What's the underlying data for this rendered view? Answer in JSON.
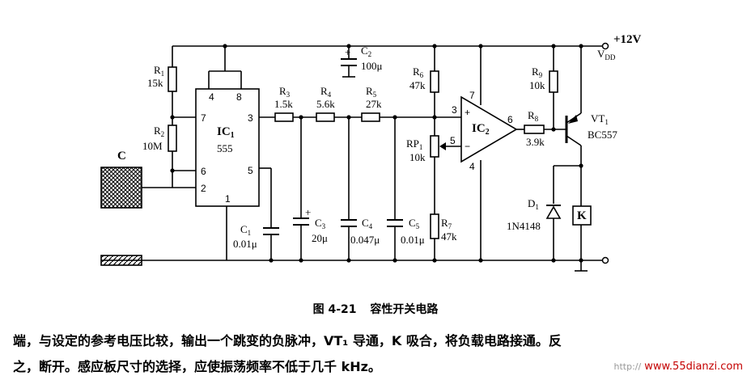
{
  "figure": {
    "number": "图 4-21",
    "title": "容性开关电路"
  },
  "supply": {
    "voltage": "+12V",
    "rail_label_main": "V",
    "rail_label_sub": "DD"
  },
  "components": {
    "R1": {
      "name": "R",
      "sub": "1",
      "value": "15k"
    },
    "R2": {
      "name": "R",
      "sub": "2",
      "value": "10M"
    },
    "R3": {
      "name": "R",
      "sub": "3",
      "value": "1.5k"
    },
    "R4": {
      "name": "R",
      "sub": "4",
      "value": "5.6k"
    },
    "R5": {
      "name": "R",
      "sub": "5",
      "value": "27k"
    },
    "R6": {
      "name": "R",
      "sub": "6",
      "value": "47k"
    },
    "R7": {
      "name": "R",
      "sub": "7",
      "value": "47k"
    },
    "R8": {
      "name": "R",
      "sub": "8",
      "value": "3.9k"
    },
    "R9": {
      "name": "R",
      "sub": "9",
      "value": "10k"
    },
    "RP1": {
      "name": "RP",
      "sub": "1",
      "value": "10k"
    },
    "C1": {
      "name": "C",
      "sub": "1",
      "value": "0.01μ"
    },
    "C2": {
      "name": "C",
      "sub": "2",
      "value": "100μ"
    },
    "C3": {
      "name": "C",
      "sub": "3",
      "value": "20μ"
    },
    "C4": {
      "name": "C",
      "sub": "4",
      "value": "0.047μ"
    },
    "C5": {
      "name": "C",
      "sub": "5",
      "value": "0.01μ"
    },
    "IC1": {
      "name": "IC",
      "sub": "1",
      "part": "555"
    },
    "IC2": {
      "name": "IC",
      "sub": "2"
    },
    "VT1": {
      "name": "VT",
      "sub": "1",
      "part": "BC557"
    },
    "D1": {
      "name": "D",
      "sub": "1",
      "part": "1N4148"
    },
    "K": {
      "name": "K"
    },
    "plate": {
      "name": "C"
    }
  },
  "pins": {
    "ic1": [
      "4",
      "8",
      "7",
      "3",
      "6",
      "5",
      "2",
      "1"
    ],
    "ic2": [
      "7",
      "3",
      "6",
      "5",
      "4"
    ],
    "ic2_plus": "+",
    "ic2_minus": "−",
    "c2_plus": "+",
    "c3_plus": "+"
  },
  "text": {
    "para1": "端，与设定的参考电压比较，输出一个跳变的负脉冲，VT₁ 导通，K 吸合，将负载电路接通。反",
    "para2": "之，断开。感应板尺寸的选择，应使振荡频率不低于几千 kHz。"
  },
  "watermark": {
    "prefix": "http://",
    "site": "www.55dianzi.com"
  },
  "colors": {
    "ink": "#000000",
    "watermark": "#c40000"
  }
}
